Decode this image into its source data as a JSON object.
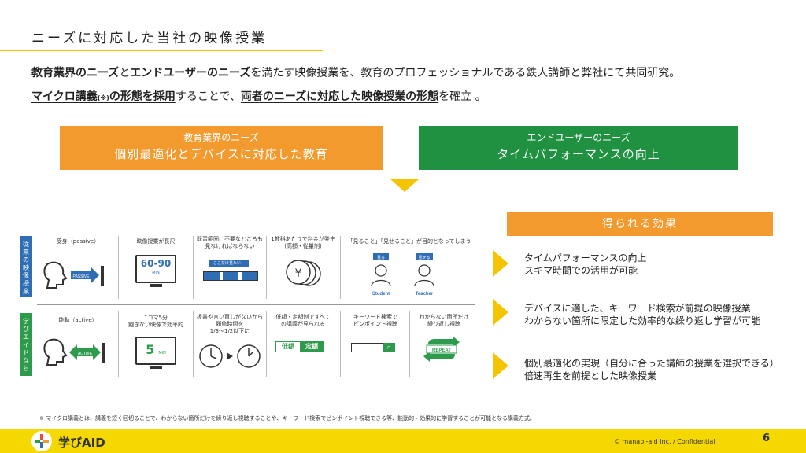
{
  "title": "ニーズに対応した当社の映像授業",
  "lead": {
    "l1_a": "教育業界のニーズ",
    "l1_b": "と",
    "l1_c": "エンドユーザーのニーズ",
    "l1_d": "を満たす映像授業を、教育のプロフェッショナルである鉄人講師と弊社にて共同研究。",
    "l2_a": "マイクロ講義",
    "l2_note": "(※)",
    "l2_b": "の形態を採用",
    "l2_c": "することで、",
    "l2_d": "両者のニーズに対応した映像授業の形態",
    "l2_e": "を確立 。"
  },
  "needs": {
    "edu_sub": "教育業界のニーズ",
    "edu_main": "個別最適化とデバイスに対応した教育",
    "user_sub": "エンドユーザーのニーズ",
    "user_main": "タイムパフォーマンスの向上"
  },
  "effects": {
    "heading": "得られる効果",
    "items": [
      {
        "line1": "タイムパフォーマンスの向上",
        "line2": "スキマ時間での活用が可能"
      },
      {
        "line1": "デバイスに適した、キーワード検索が前提の映像授業",
        "line2": "わからない箇所に限定した効率的な繰り返し学習が可能"
      },
      {
        "line1": "個別最適化の実現（自分に合った講師の授業を選択できる）",
        "line2": "倍速再生を前提とした映像授業"
      }
    ]
  },
  "table": {
    "passive_label": [
      "従",
      "来",
      "の",
      "映",
      "像",
      "授",
      "業"
    ],
    "active_label": [
      "学",
      "び",
      "エ",
      "イ",
      "ド",
      "な",
      "ら"
    ],
    "passive": {
      "c1": "受身（passive）",
      "c1_tag": "PASSIVE",
      "c2": "映像授業が長尺",
      "c2_big": "60-90",
      "c2_unit": "MIN",
      "c3_1": "既習範囲、不要なところも",
      "c3_2": "見なければならない",
      "c3_tag": "ここだけ見たい！",
      "c4_1": "1教科あたりで料金が発生",
      "c4_2": "(高額・従量制)",
      "c4_yen": "¥",
      "c5": "「見ること」「見せること」が目的となってしまう",
      "c5_a": "見る",
      "c5_b": "見せる",
      "c5_student": "Student",
      "c5_teacher": "Teacher"
    },
    "active": {
      "c1": "能動（active）",
      "c1_tag": "ACTIVE",
      "c2_1": "1コマ5分",
      "c2_2": "飽きない映像で効率的",
      "c2_big": "5",
      "c2_unit": "MIN",
      "c3_1": "板書や言い直しがないから",
      "c3_2": "履修時間を",
      "c3_3": "1/3〜1/2以下に",
      "c4_1": "低額・定額制ですべて",
      "c4_2": "の講義が見られる",
      "c4_tag_a": "低額",
      "c4_tag_b": "定額",
      "c5_1": "キーワード検索で",
      "c5_2": "ピンポイント視聴",
      "c6_1": "わからない箇所だけ",
      "c6_2": "繰り返し視聴",
      "c6_tag": "REPEAT"
    }
  },
  "footnote": "※ マイクロ講義とは、講義を短く区切ることで、わからない箇所だけを繰り返し視聴することや、キーワード検索でピンポイント視聴できる等、能動的・効果的に学習することが可能となる講義方式。",
  "footer": {
    "logo": "学びAID",
    "copyright": "© manabi-aid Inc. / Confidential",
    "page": "6"
  },
  "colors": {
    "yellow": "#f5c400",
    "orange": "#f29a2e",
    "green": "#1f9140",
    "blue": "#2f6eb5"
  }
}
